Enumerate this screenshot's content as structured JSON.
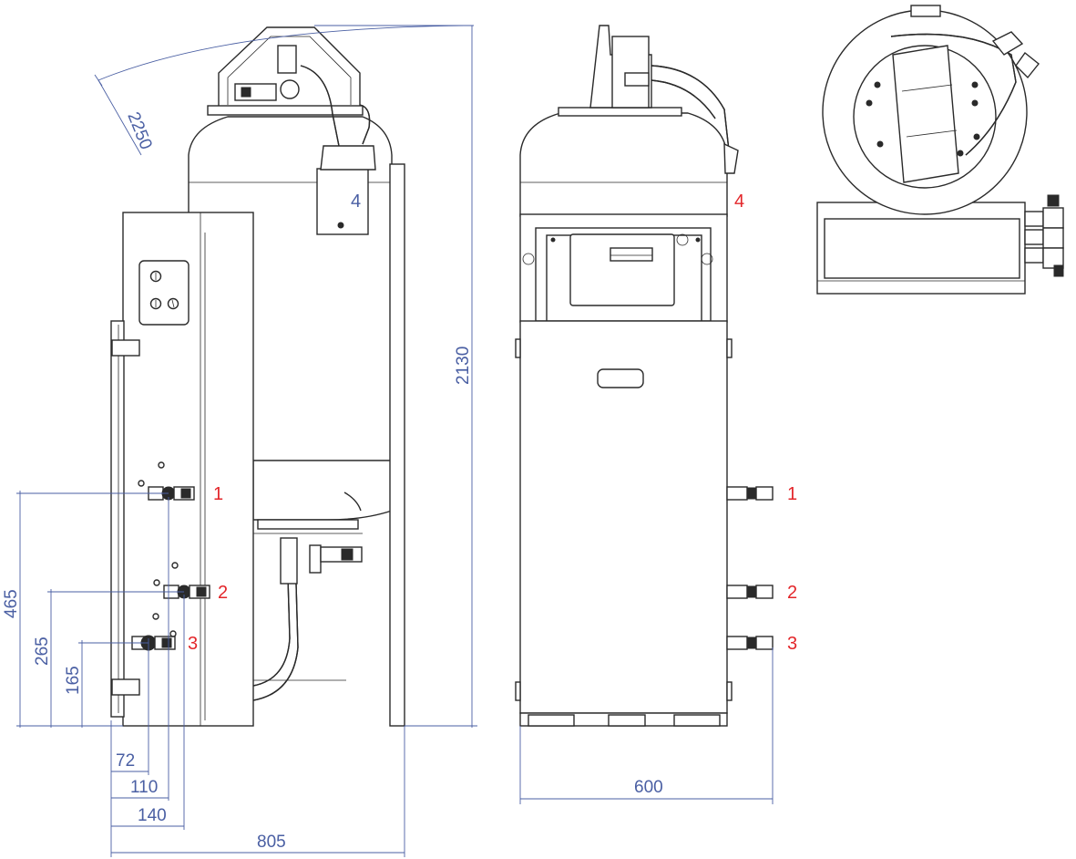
{
  "dimensions": {
    "diagonal": "2250",
    "height": "2130",
    "conn1_height": "465",
    "conn2_height": "265",
    "conn3_height": "165",
    "offset_72": "72",
    "offset_110": "110",
    "offset_140": "140",
    "depth": "805",
    "width": "600"
  },
  "labels": {
    "c1": "1",
    "c2": "2",
    "c3": "3",
    "c4": "4"
  },
  "colors": {
    "dimension": "#4a5fa3",
    "callout": "#e3262a",
    "outline": "#2a2a2a"
  }
}
